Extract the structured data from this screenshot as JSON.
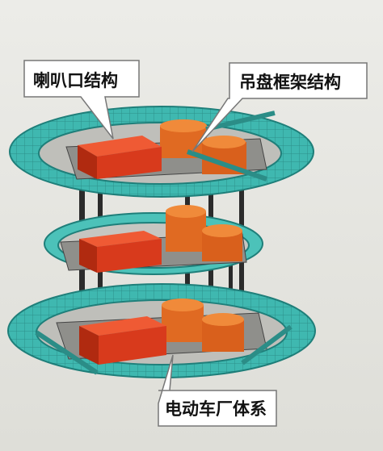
{
  "labels": {
    "horn_structure": "喇叭口结构",
    "hanging_frame": "吊盘框架结构",
    "system": "电动车厂体系"
  },
  "colors": {
    "background": "#e6e6e2",
    "ring_teal": "#3fb8b0",
    "ring_teal_dark": "#1f7f7a",
    "deck_gray": "#9a9a96",
    "box_red": "#d83a1c",
    "cylinder_orange": "#e06a22",
    "column_dark": "#2a2a2a",
    "callout_fill": "#ffffff"
  }
}
